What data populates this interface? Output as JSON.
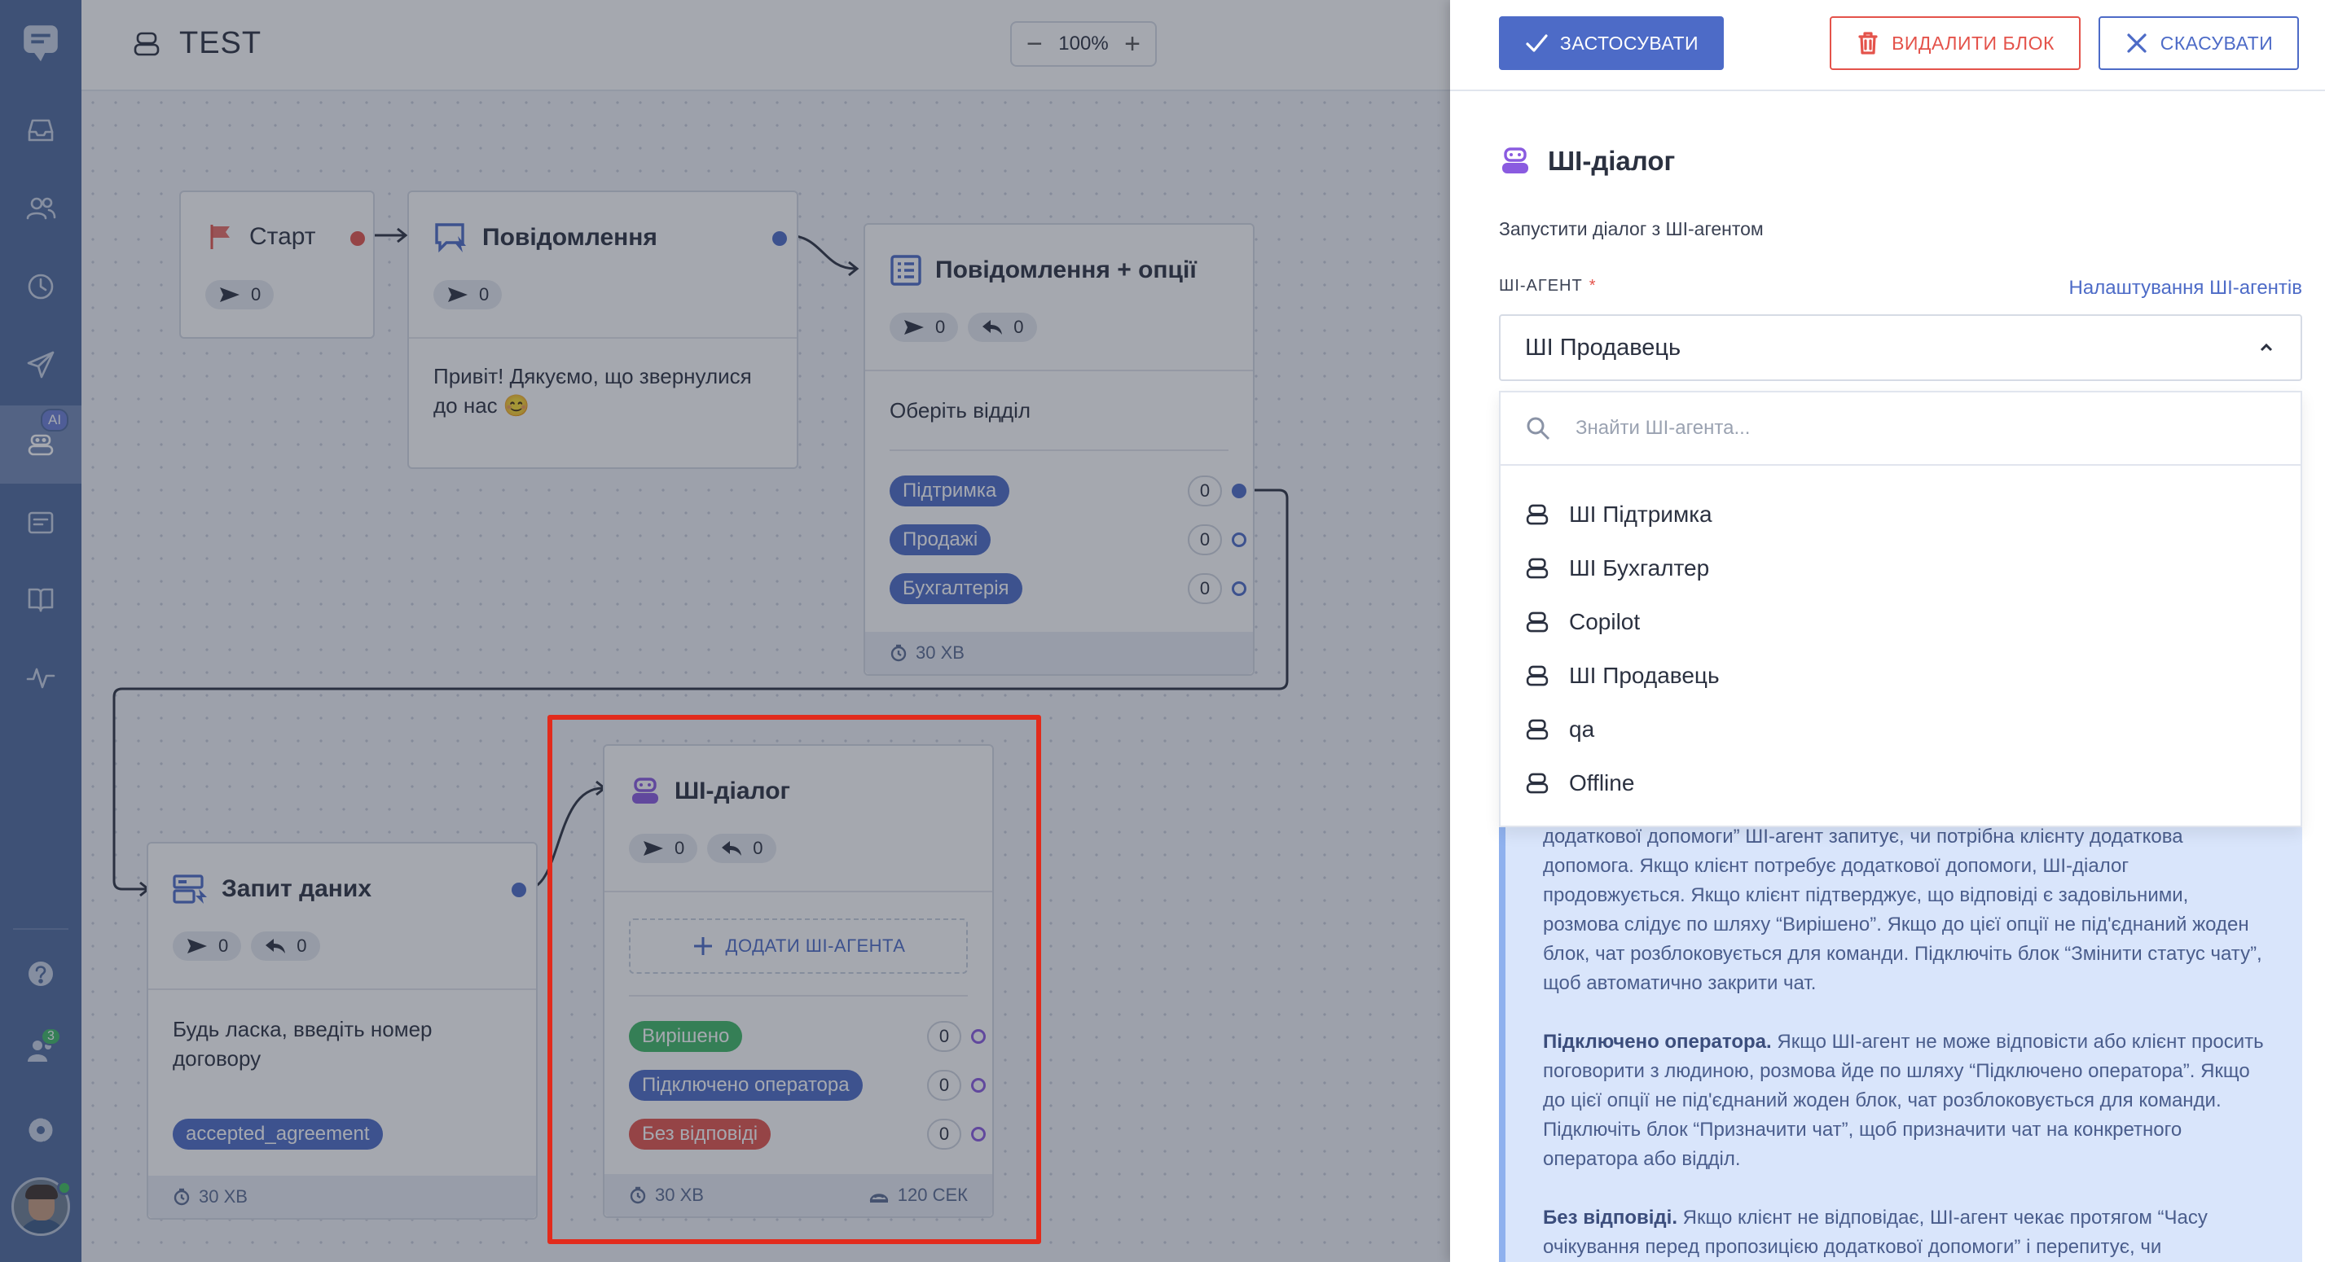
{
  "flow": {
    "title": "TEST",
    "zoom": "100%"
  },
  "sidebar": {
    "ai_badge": "AI",
    "team_badge": "3",
    "items": [
      "chat-logo-icon",
      "inbox-icon",
      "contacts-icon",
      "history-icon",
      "send-icon",
      "ai-agents-icon",
      "channels-icon",
      "knowledge-icon",
      "analytics-icon",
      "help-icon",
      "team-icon",
      "settings-icon"
    ]
  },
  "nodes": {
    "start": {
      "title": "Старт",
      "sent": "0"
    },
    "message": {
      "title": "Повідомлення",
      "sent": "0",
      "text": "Привіт! Дякуємо, що звернулися до нас 😊"
    },
    "message_options": {
      "title": "Повідомлення + опції",
      "sent": "0",
      "replies": "0",
      "text": "Оберіть відділ",
      "options": [
        {
          "label": "Підтримка",
          "count": "0"
        },
        {
          "label": "Продажі",
          "count": "0"
        },
        {
          "label": "Бухгалтерія",
          "count": "0"
        }
      ],
      "timeout": "30 ХВ"
    },
    "data_request": {
      "title": "Запит даних",
      "sent": "0",
      "replies": "0",
      "text": "Будь ласка, введіть номер договору",
      "tag": "accepted_agreement",
      "timeout": "30 ХВ"
    },
    "ai_dialog": {
      "title": "ШІ-діалог",
      "sent": "0",
      "replies": "0",
      "add_agent": "ДОДАТИ ШІ-АГЕНТА",
      "outcomes": [
        {
          "label": "Вирішено",
          "count": "0"
        },
        {
          "label": "Підключено оператора",
          "count": "0"
        },
        {
          "label": "Без відповіді",
          "count": "0"
        }
      ],
      "timeout": "30 ХВ",
      "wait": "120 СЕК"
    }
  },
  "panel": {
    "apply": "ЗАСТОСУВАТИ",
    "delete": "ВИДАЛИТИ БЛОК",
    "cancel": "СКАСУВАТИ",
    "title": "ШІ-діалог",
    "description": "Запустити діалог з ШІ-агентом",
    "agent_label": "ШІ-АГЕНТ",
    "required_mark": "*",
    "settings_link": "Налаштування ШІ-агентів",
    "selected_agent": "ШІ Продавець",
    "search_placeholder": "Знайти ШІ-агента...",
    "agents": [
      "ШІ Підтримка",
      "ШІ Бухгалтер",
      "Copilot",
      "ШІ Продавець",
      "qa",
      "Offline"
    ],
    "info_1": "додаткової допомоги” ШІ-агент запитує, чи потрібна клієнту додаткова допомога. Якщо клієнт потребує додаткової допомоги, ШІ-діалог продовжується. Якщо клієнт підтверджує, що відповіді є задовільними, розмова слідує по шляху “Вирішено”. Якщо до цієї опції не під'єднаний жоден блок, чат розблоковується для команди. Підключіть блок “Змінити статус чату”, щоб автоматично закрити чат.",
    "info_2_title": "Підключено оператора.",
    "info_2": " Якщо ШІ-агент не може відповісти або клієнт просить поговорити з людиною, розмова йде по шляху “Підключено оператора”. Якщо до цієї опції не під'єднаний жоден блок, чат розблоковується для команди. Підключіть блок “Призначити чат”, щоб призначити чат на конкретного оператора або відділ.",
    "info_3_title": "Без відповіді.",
    "info_3": " Якщо клієнт не відповідає, ШІ-агент чекає протягом “Часу очікування перед пропозицією додаткової допомоги” і перепитує, чи"
  },
  "colors": {
    "accent": "#4d6bc7",
    "danger": "#e4534b",
    "success": "#3fb866",
    "highlight": "#e22b1c",
    "sidebar": "#4f6a9e"
  }
}
